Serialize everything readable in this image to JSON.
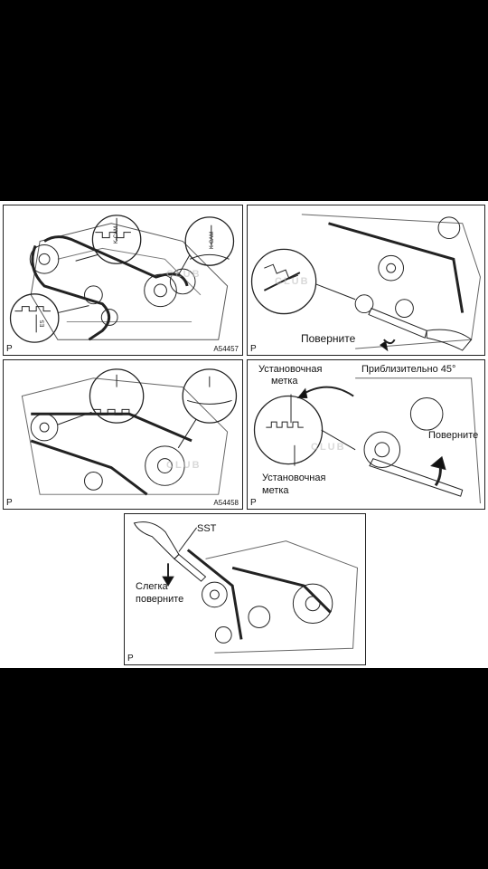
{
  "panels": {
    "p1": {
      "corner": "P",
      "code": "A54457",
      "mark_a": "K-CAM",
      "mark_b": "K-CAM",
      "mark_c": "ES"
    },
    "p2": {
      "corner": "P",
      "turn": "Поверните"
    },
    "p3": {
      "corner": "P",
      "code": "A54458"
    },
    "p4": {
      "corner": "P",
      "set_mark_top_1": "Установочная",
      "set_mark_top_2": "метка",
      "approx": "Приблизительно 45°",
      "turn": "Поверните",
      "set_mark_bottom_1": "Установочная",
      "set_mark_bottom_2": "метка"
    },
    "p5": {
      "corner": "P",
      "sst": "SST",
      "slight_1": "Слегка",
      "slight_2": "поверните"
    }
  },
  "watermark": "CLUB"
}
